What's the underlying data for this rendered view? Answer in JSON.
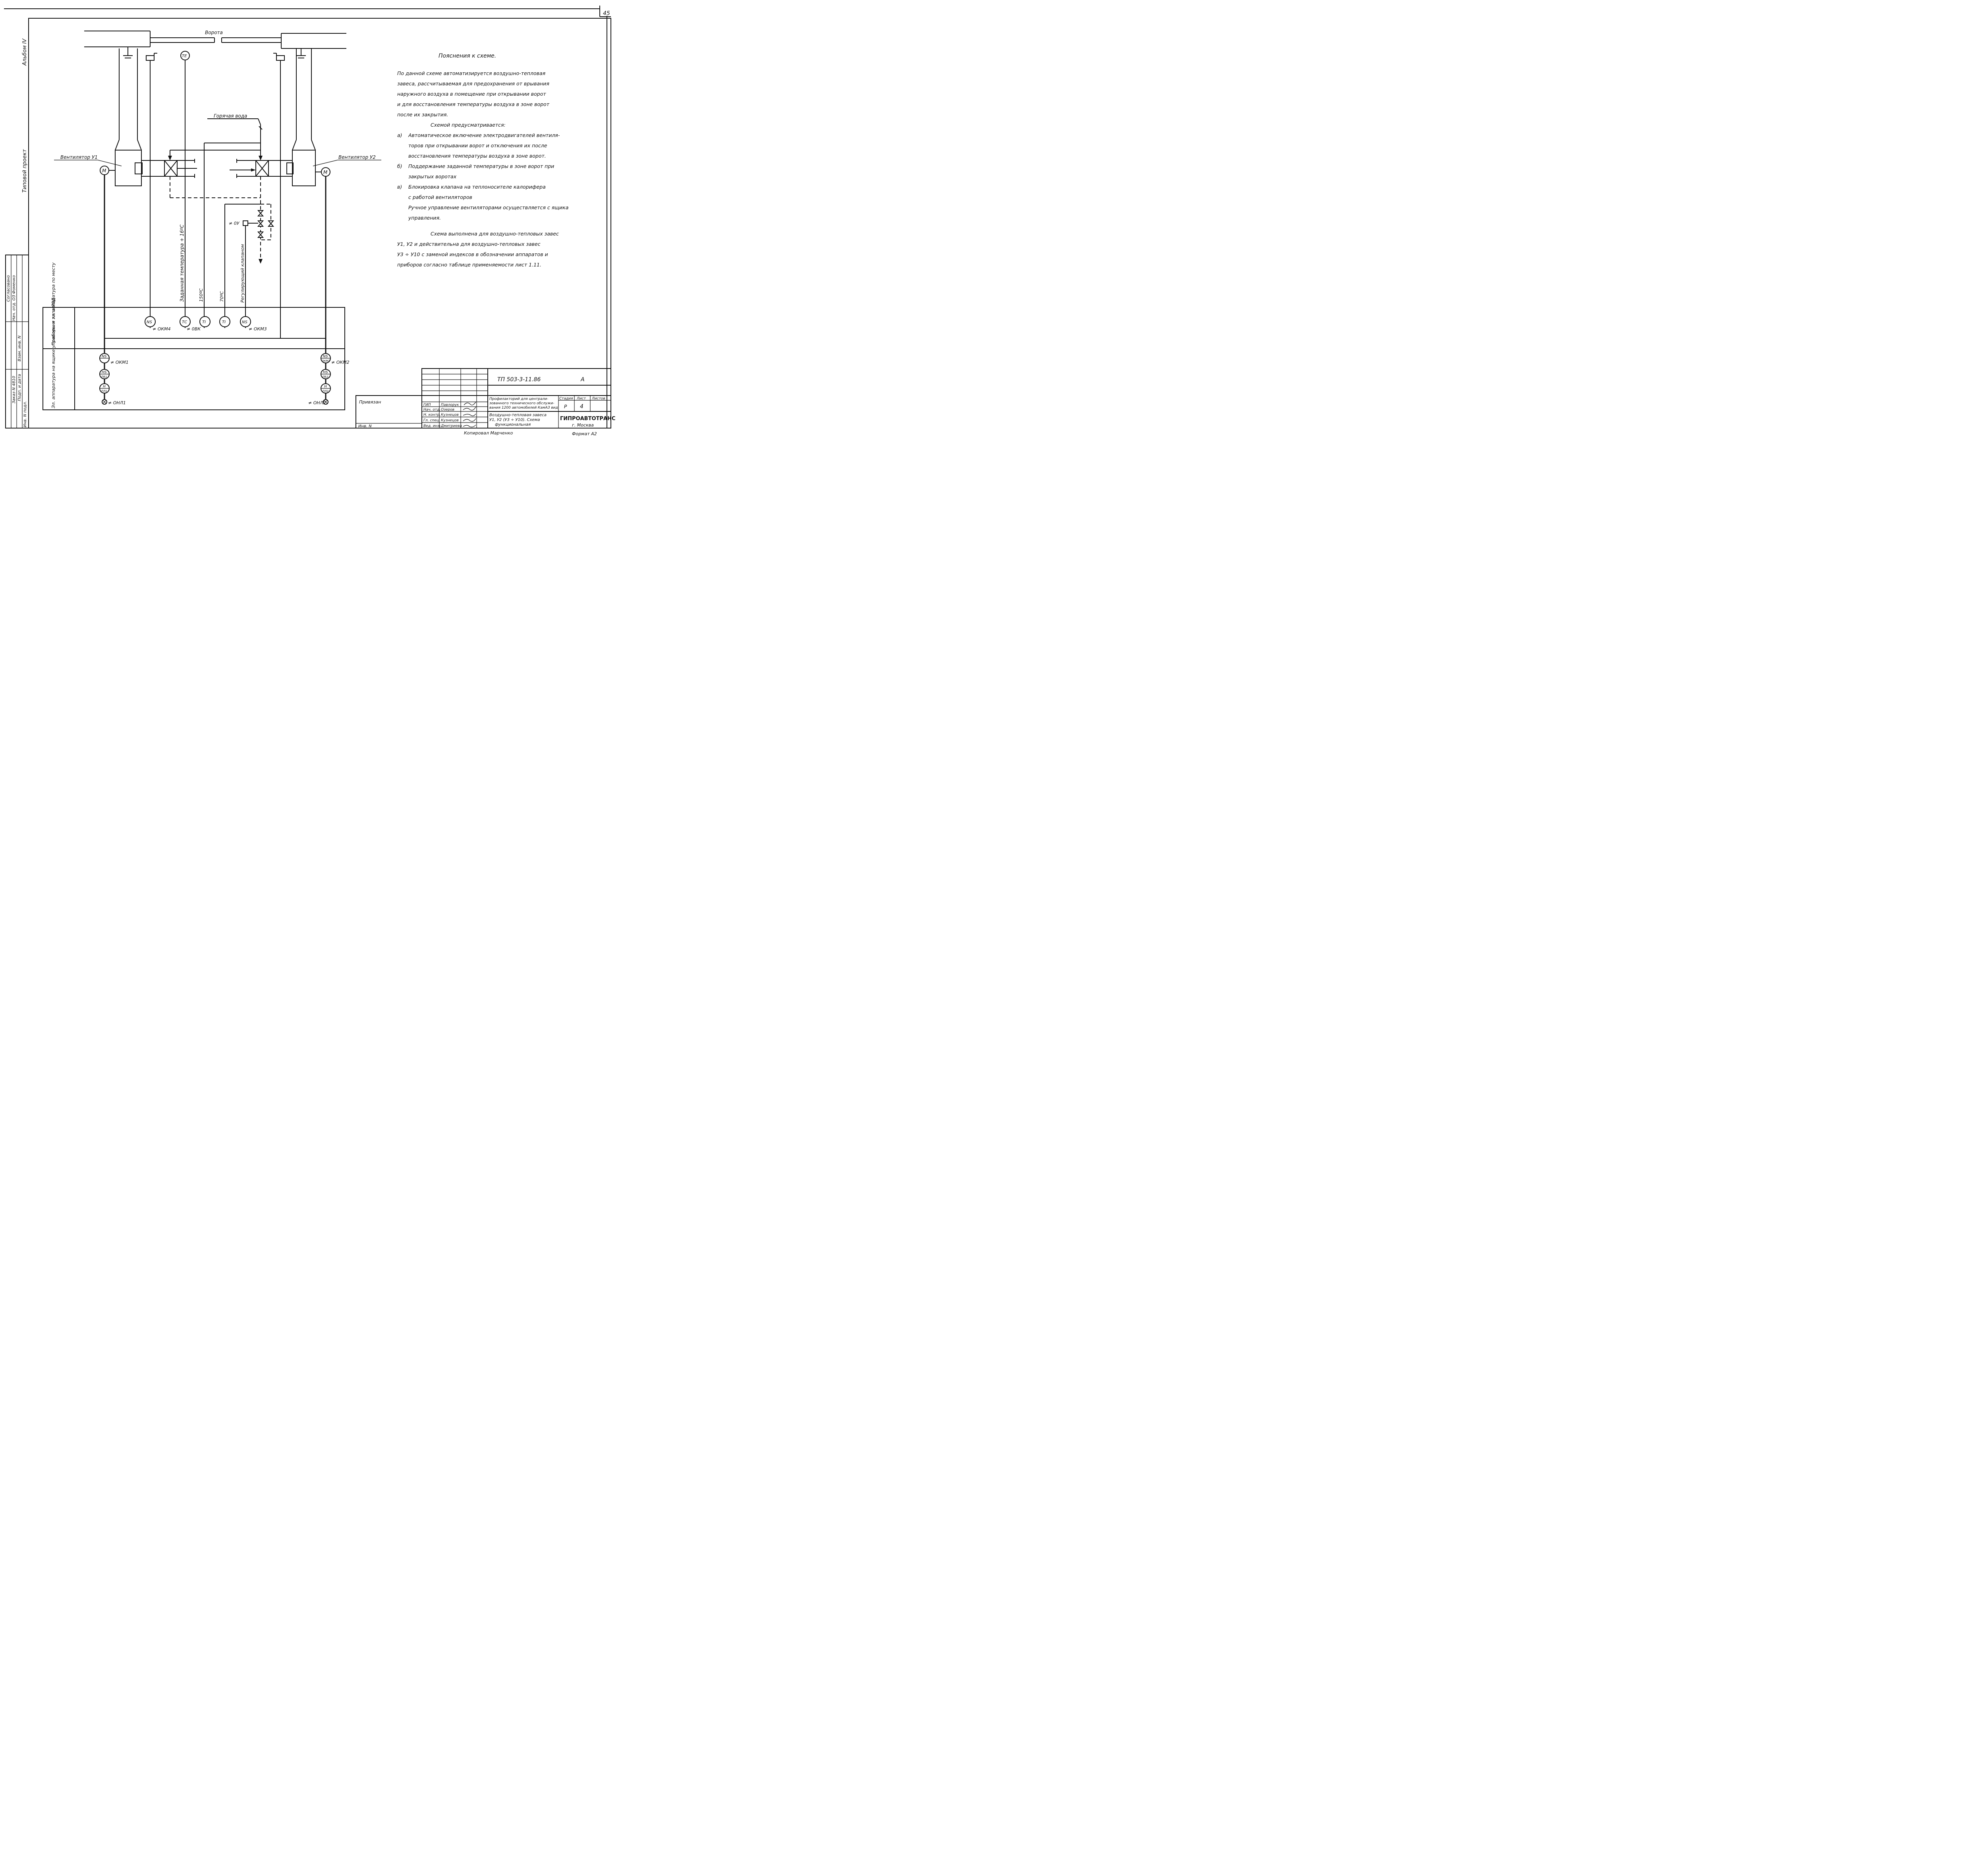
{
  "sheet_number": "45",
  "album": "Альбом IV",
  "typical_project": "Типовой проект",
  "gate_label": "Ворота",
  "hot_water_label": "Горячая вода",
  "fan_left_label": "Вентилятор У1",
  "fan_right_label": "Вентилятор У2",
  "motor_symbol": "M",
  "sensor_te": "TE",
  "vertical_labels": {
    "setpoint": "Заданная температура + 16ºС",
    "t150": "150ºС",
    "t70": "70ºС",
    "regulating_valve": "Регулирующий клапаном"
  },
  "valve_tag": "≠ 0У",
  "field_instruments_label": "Приборы и эл. аппаратура по месту",
  "panel_label": "Эл. аппаратура на ящике управления типа Я8Д",
  "field_instruments": [
    {
      "symbol": "NS",
      "tag": "≠ ОКМ4"
    },
    {
      "symbol": "TC",
      "tag": "≠ 0ВК"
    },
    {
      "symbol": "TI",
      "tag": ""
    },
    {
      "symbol": "TI",
      "tag": ""
    },
    {
      "symbol": "NS",
      "tag": "≠ ОКМ3"
    }
  ],
  "panel_left": [
    {
      "symbol": "NS",
      "sub": "",
      "tag": "≠ ОКМ1"
    },
    {
      "symbol": "HS",
      "sub": "ПБ1",
      "tag": ""
    },
    {
      "symbol": "H",
      "sub": "ПЛ1",
      "tag": ""
    },
    {
      "symbol": "⊗",
      "sub": "",
      "tag": "≠ ОНЛ1"
    }
  ],
  "panel_right": [
    {
      "symbol": "NS",
      "sub": "ОКМ2",
      "tag": "≠ ОКМ2"
    },
    {
      "symbol": "HS",
      "sub": "ПБ2",
      "tag": ""
    },
    {
      "symbol": "H",
      "sub": "ПЛ2",
      "tag": ""
    },
    {
      "symbol": "⊗",
      "sub": "",
      "tag": "≠ ОНЛ2"
    }
  ],
  "notes": {
    "title": "Пояснения к схеме.",
    "intro": [
      "По данной схеме автоматизируется воздушно-тепловая",
      "завеса, рассчитываемая для предохранения от врывания",
      "наружного воздуха в помещение при открывании ворот",
      "и для восстановления температуры воздуха в зоне ворот",
      "после их закрытия."
    ],
    "provides": "Схемой предусматривается:",
    "items": [
      {
        "mark": "а)",
        "lines": [
          "Автоматическое включение электродвигателей вентиля-",
          "торов при открывании ворот и отключения их после",
          "восстановления температуры воздуха в зоне ворот."
        ]
      },
      {
        "mark": "б)",
        "lines": [
          "Поддержание заданной температуры в зоне ворот при",
          "закрытых воротах"
        ]
      },
      {
        "mark": "в)",
        "lines": [
          "Блокировка клапана на теплоносителе калорифера",
          "с работой вентиляторов"
        ]
      }
    ],
    "manual": [
      "Ручное управление вентиляторами осуществляется с ящика",
      "управления."
    ],
    "scheme": [
      "Схема выполнена для воздушно-тепловых завес",
      "У1, У2 и действительна для воздушно-тепловых завес",
      "У3 ÷ У10 с заменой индексов в обозначении аппаратов и",
      "приборов согласно таблице применяемости лист 1.11."
    ]
  },
  "left_margin": {
    "rows": [
      "Согласовано",
      "Нач. отд. ОЗ",
      "Фоменко",
      "Взам. инв. N",
      "Подп. и дата",
      "Инв. N подл."
    ],
    "order": "Заказ N 4810"
  },
  "title_block": {
    "code": "ТП 503-3-11.86",
    "sheet_letter": "А",
    "bound_label": "Привязан",
    "inv_label": "Инв. N",
    "signers": [
      {
        "role": "ГИП",
        "name": "Павлорук"
      },
      {
        "role": "Нач. отд.",
        "name": "Озеров"
      },
      {
        "role": "Н. контр.",
        "name": "Кузнецов"
      },
      {
        "role": "Гл. спец.",
        "name": "Кузнецов"
      },
      {
        "role": "Вед. инж.",
        "name": "Дмитриева"
      }
    ],
    "project_title": [
      "Профилакторий для централи-",
      "зованного технического обслужи-",
      "вания 1200 автомобилей КамАЗ вид"
    ],
    "drawing_title": [
      "Воздушно-тепловая завеса",
      "У1, У2 (У3 ÷ У10). Схема",
      "функциональная"
    ],
    "stage_header": "Стадия",
    "sheet_header": "Лист",
    "sheets_header": "Листов",
    "stage": "Р",
    "sheet": "4",
    "sheets": "",
    "org": "ГИПРОАВТОТРАНС",
    "city": "г. Москва"
  },
  "copied_by": "Копировал Марченко",
  "format": "Формат А2"
}
